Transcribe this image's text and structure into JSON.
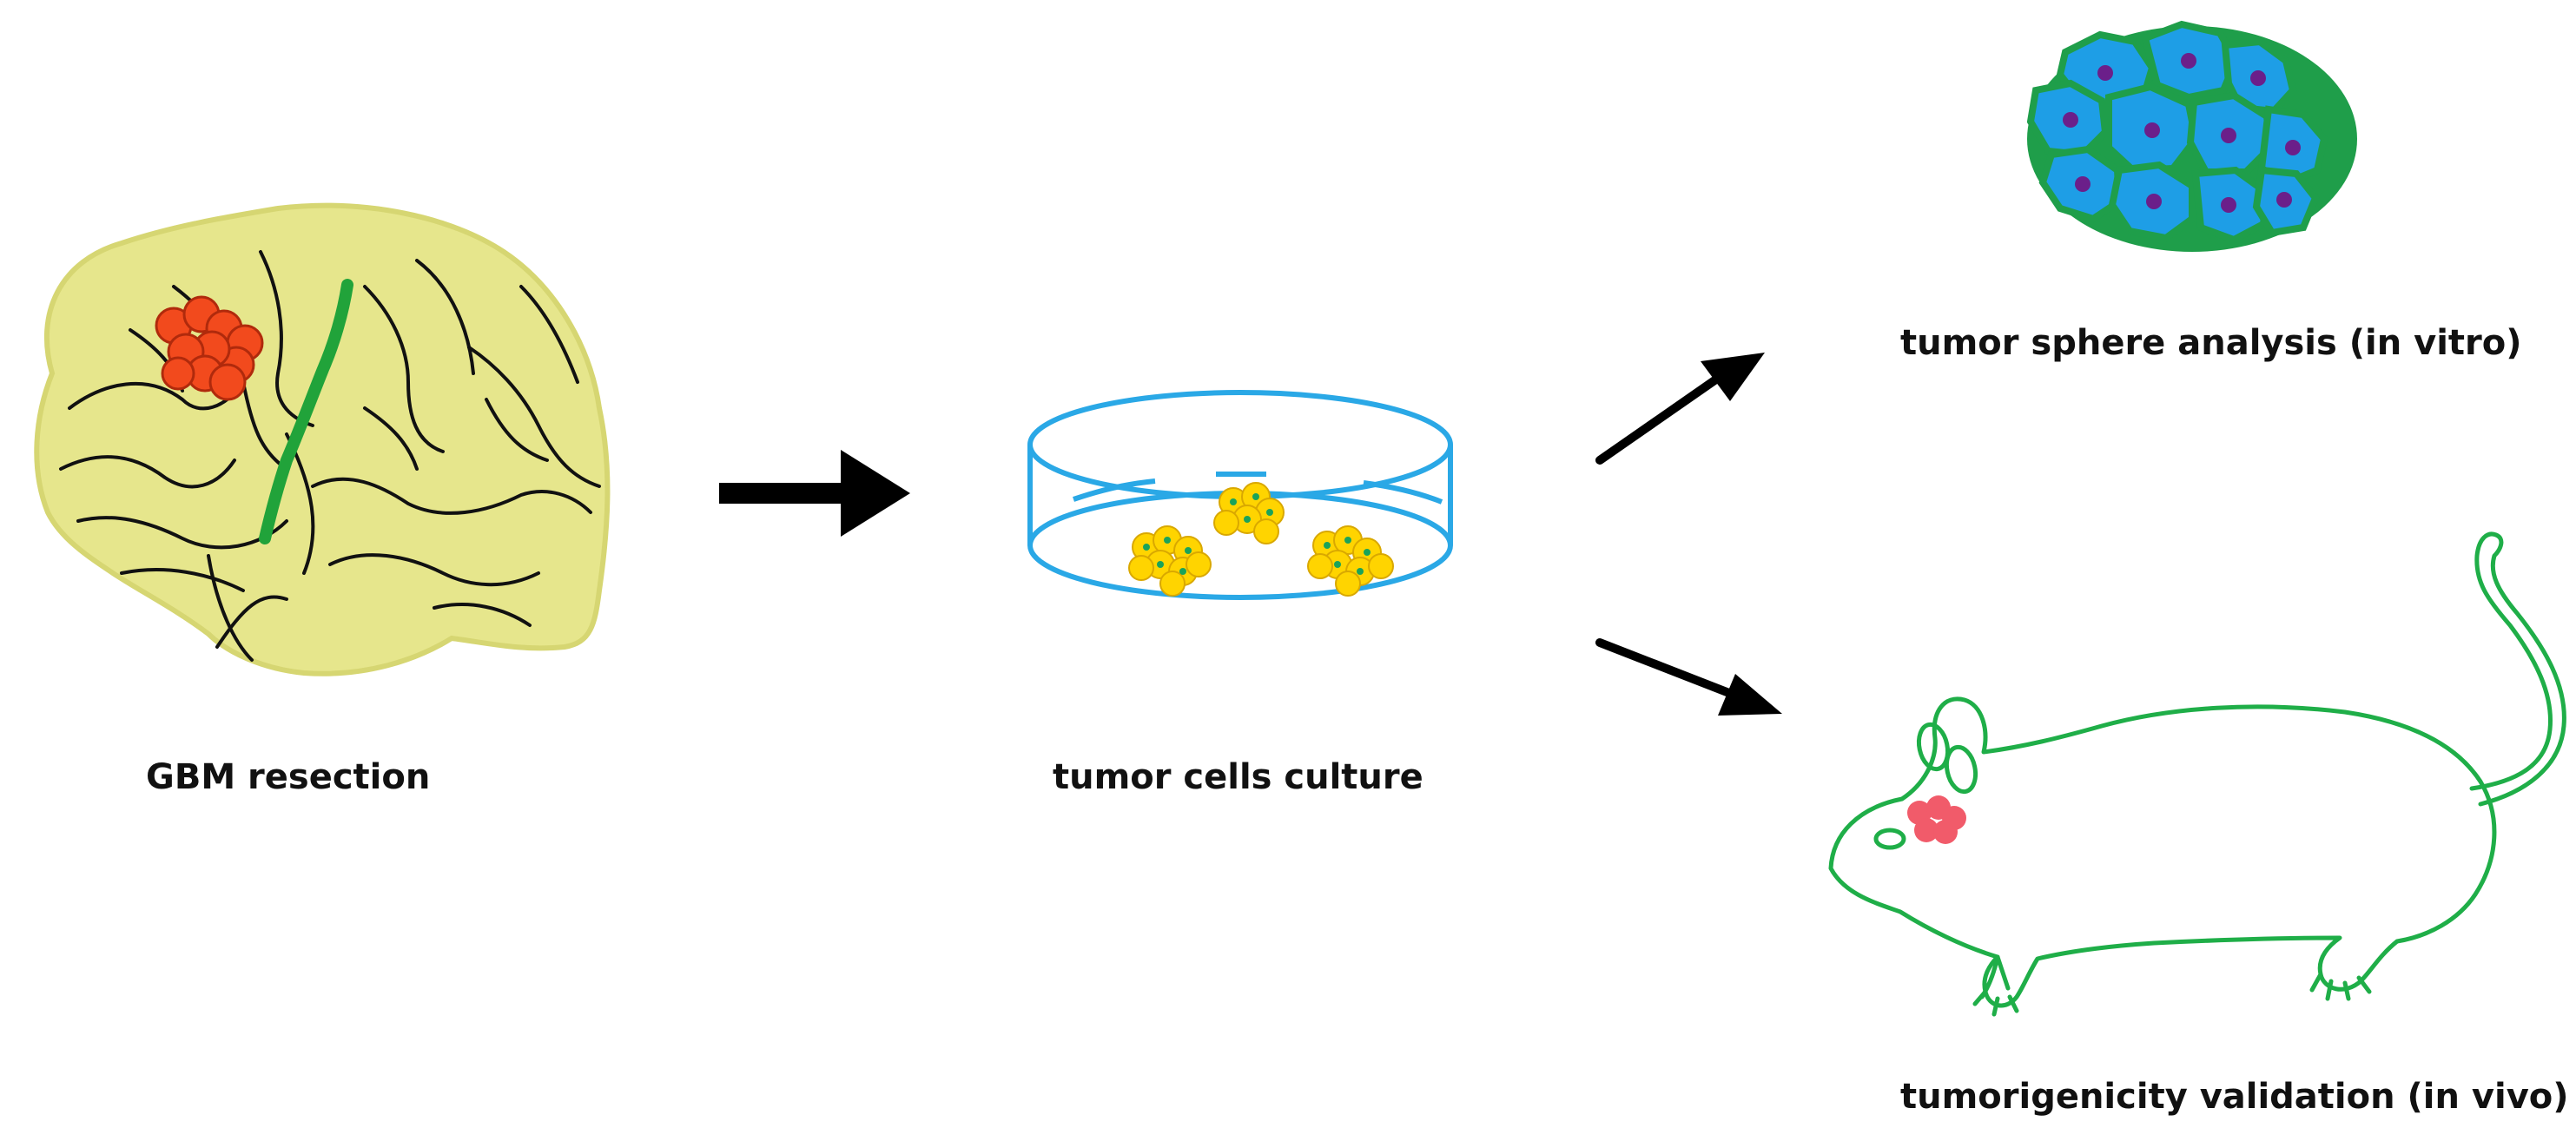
{
  "steps": {
    "resection": {
      "label": "GBM resection"
    },
    "culture": {
      "label": "tumor cells culture"
    },
    "sphere": {
      "label": "tumor sphere analysis (in vitro)"
    },
    "in_vivo": {
      "label": "tumorigenicity validation (in vivo)"
    }
  },
  "colors": {
    "brain_fill": "#e6e68c",
    "tumor": "#f24a1d",
    "motor_strip": "#21a33a",
    "dish": "#2aa8e6",
    "cell_yellow": "#ffd400",
    "sphere_cell": "#1e9ee6",
    "sphere_border": "#1f9e4a",
    "nucleus": "#6b1f8a",
    "mouse_outline": "#1fae48",
    "implant": "#f04a5a",
    "arrow": "#000000"
  },
  "icons": [
    "brain-icon",
    "petri-dish-icon",
    "tumor-sphere-icon",
    "mouse-icon",
    "arrow-right-icon",
    "arrow-up-right-icon",
    "arrow-down-right-icon"
  ]
}
